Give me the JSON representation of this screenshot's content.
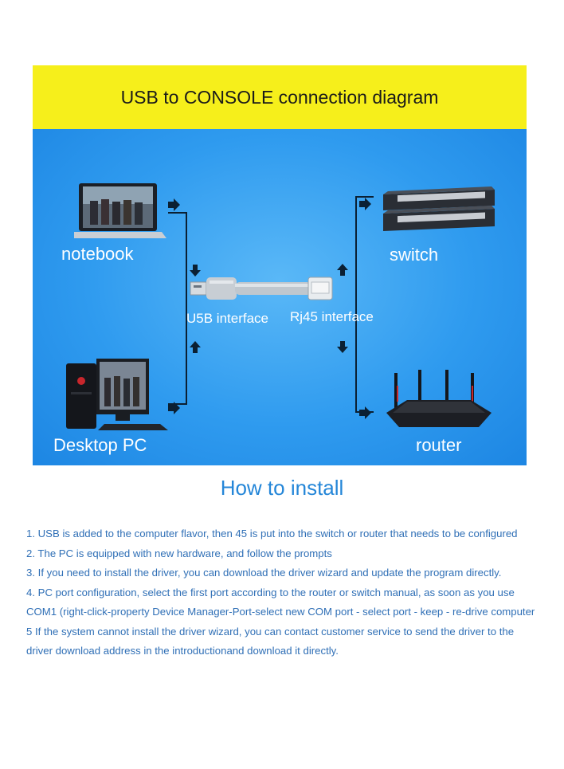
{
  "diagram": {
    "title": "USB to CONSOLE connection diagram",
    "labels": {
      "notebook": "notebook",
      "desktop": "Desktop PC",
      "switch": "switch",
      "router": "router",
      "usb": "U5B interface",
      "rj45": "Rj45 interface"
    },
    "colors": {
      "title_band": "#f6ef1b",
      "panel": "#2f9bef",
      "how_title": "#2486d8",
      "steps_text": "#2f6fb6"
    }
  },
  "install": {
    "title": "How to install",
    "steps": [
      "1. USB is added to the computer flavor, then 45 is put into the switch or router that needs to be configured",
      "2. The PC is equipped with new hardware, and follow the prompts",
      "3. If you need to install the driver, you can download the driver wizard and update the program directly.",
      "4. PC port configuration, select the first port according to the router or switch manual, as soon as you use",
      "COM1 (right-click-property Device Manager-Port-select new COM port - select port - keep - re-drive computer",
      "5 If the system cannot install the driver wizard, you can contact customer service to send the driver to the",
      "driver download address in the introductionand download it directly."
    ]
  }
}
